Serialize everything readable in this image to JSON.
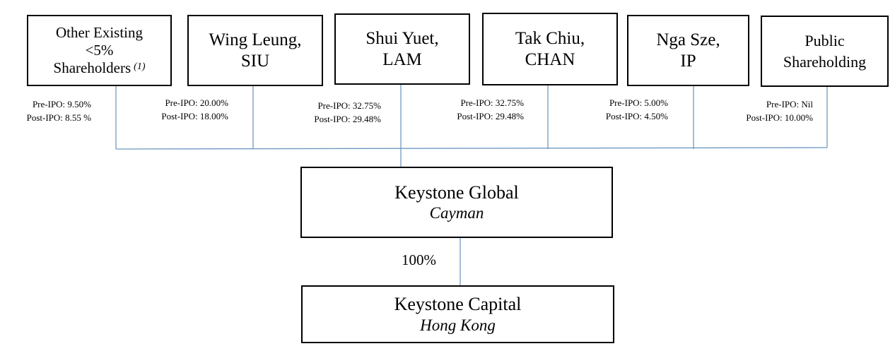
{
  "shareholders": [
    {
      "id": "other",
      "lines": [
        "Other Existing",
        "<5%",
        "Shareholders"
      ],
      "note": "(1)",
      "pre": "Pre-IPO: 9.50%",
      "post": "Post-IPO: 8.55 %"
    },
    {
      "id": "siu",
      "lines": [
        "Wing Leung,",
        "SIU"
      ],
      "pre": "Pre-IPO: 20.00%",
      "post": "Post-IPO: 18.00%"
    },
    {
      "id": "lam",
      "lines": [
        "Shui Yuet,",
        "LAM"
      ],
      "pre": "Pre-IPO: 32.75%",
      "post": "Post-IPO: 29.48%"
    },
    {
      "id": "chan",
      "lines": [
        "Tak Chiu,",
        "CHAN"
      ],
      "pre": "Pre-IPO: 32.75%",
      "post": "Post-IPO: 29.48%"
    },
    {
      "id": "ip",
      "lines": [
        "Nga Sze,",
        "IP"
      ],
      "pre": "Pre-IPO: 5.00%",
      "post": "Post-IPO: 4.50%"
    },
    {
      "id": "public",
      "lines": [
        "Public",
        "Shareholding"
      ],
      "pre": "Pre-IPO: Nil",
      "post": "Post-IPO: 10.00%"
    }
  ],
  "global": {
    "name": "Keystone Global",
    "jurisdiction": "Cayman"
  },
  "capital": {
    "name": "Keystone Capital",
    "jurisdiction": "Hong Kong"
  },
  "ownership_label": "100%",
  "colors": {
    "connector": "#6f99c2",
    "border": "#000000"
  }
}
